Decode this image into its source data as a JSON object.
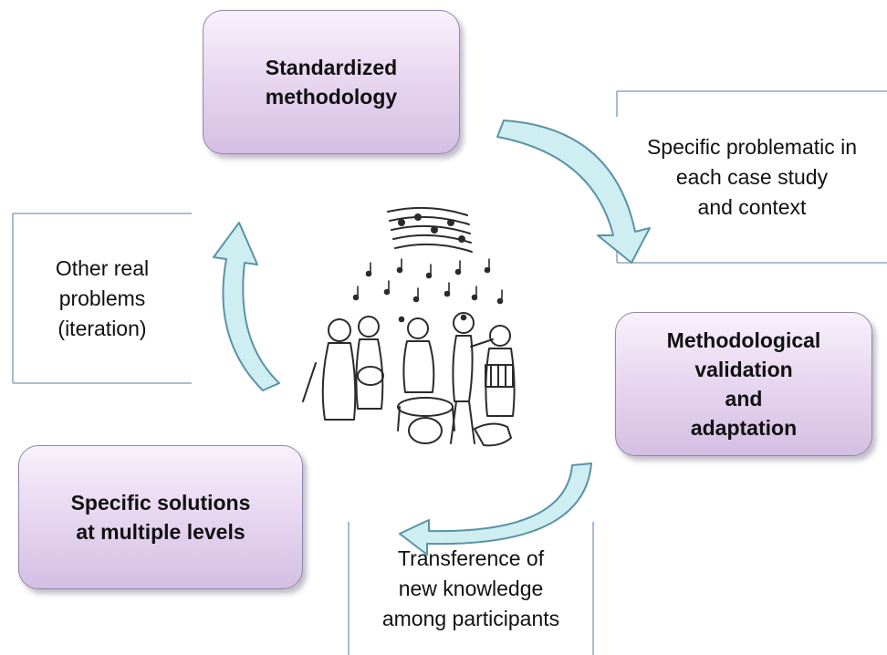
{
  "boxes": {
    "standardized": "Standardized\nmethodology",
    "validation": "Methodological\nvalidation\nand\nadaptation",
    "solutions": "Specific solutions\nat multiple levels"
  },
  "notes": {
    "specific": "Specific problematic in\neach  case study\nand context",
    "other": "Other real\nproblems\n(iteration)",
    "transfer": "Transference of\nnew knowledge\namong participants"
  },
  "colors": {
    "box_fill_top": "#f8f1fb",
    "box_fill_bottom": "#d4bfe3",
    "box_border": "#8f86a9",
    "arrow_fill": "#cfeef2",
    "arrow_stroke": "#5a93a6",
    "note_border": "#7b96b3"
  },
  "center_image": {
    "icon": "musicians-orchestra-sketch-icon"
  }
}
